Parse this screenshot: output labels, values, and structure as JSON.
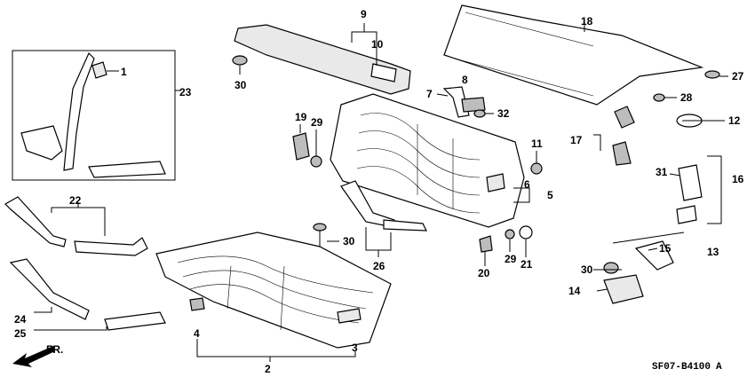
{
  "callouts": {
    "n1": "1",
    "n2": "2",
    "n3": "3",
    "n4": "4",
    "n5": "5",
    "n6": "6",
    "n7": "7",
    "n8": "8",
    "n9": "9",
    "n10": "10",
    "n11": "11",
    "n12": "12",
    "n13": "13",
    "n14": "14",
    "n15": "15",
    "n16": "16",
    "n17": "17",
    "n18": "18",
    "n19": "19",
    "n20": "20",
    "n21": "21",
    "n22": "22",
    "n23": "23",
    "n24": "24",
    "n25": "25",
    "n26": "26",
    "n27": "27",
    "n28": "28",
    "n29a": "29",
    "n29b": "29",
    "n30a": "30",
    "n30b": "30",
    "n30c": "30",
    "n31": "31",
    "n32": "32"
  },
  "front_label": "FR.",
  "drawing_code": "SF07-B4100",
  "drawing_rev": "A"
}
